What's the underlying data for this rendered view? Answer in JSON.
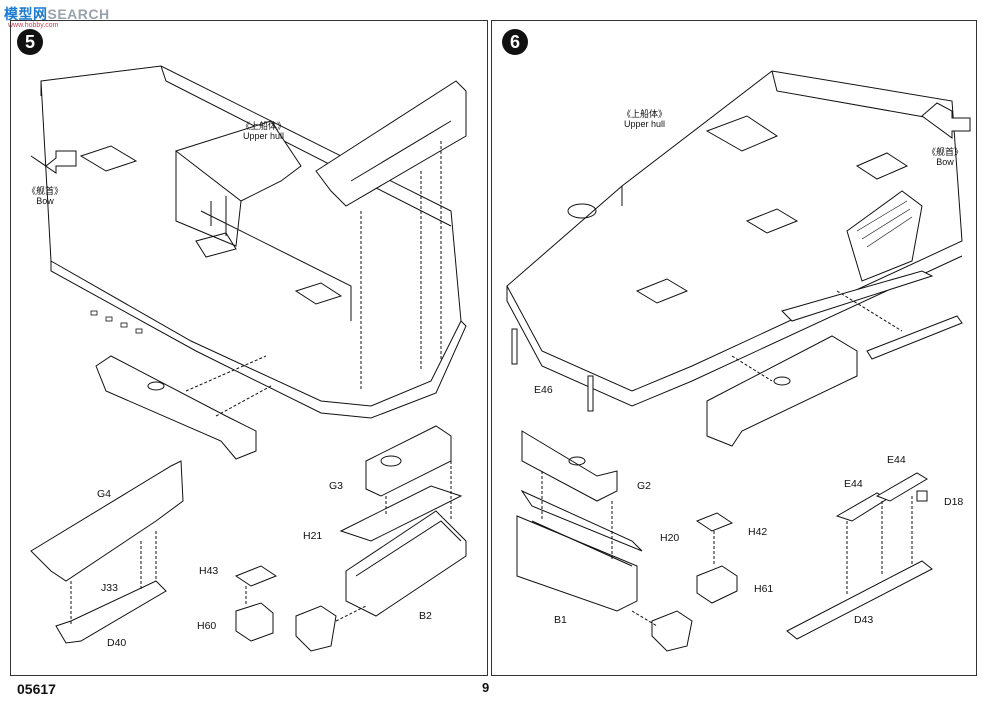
{
  "watermark": {
    "cn": "模型网",
    "text": "SEARCH",
    "sub": "www.hobby.com"
  },
  "footer": {
    "code": "05617",
    "page": "9"
  },
  "panel5": {
    "step": "5",
    "upper_hull_cn": "《上船体》",
    "upper_hull_en": "Upper hull",
    "bow_cn": "《舰首》",
    "bow_en": "Bow",
    "parts": {
      "g4": "G4",
      "j33": "J33",
      "d40": "D40",
      "h43": "H43",
      "h60": "H60",
      "g3": "G3",
      "h21": "H21",
      "b2": "B2"
    }
  },
  "panel6": {
    "step": "6",
    "upper_hull_cn": "《上船体》",
    "upper_hull_en": "Upper hull",
    "bow_cn": "《舰首》",
    "bow_en": "Bow",
    "parts": {
      "e46": "E46",
      "g2": "G2",
      "h20": "H20",
      "b1": "B1",
      "h42": "H42",
      "h61": "H61",
      "e44a": "E44",
      "e44b": "E44",
      "d18": "D18",
      "d43": "D43"
    }
  }
}
